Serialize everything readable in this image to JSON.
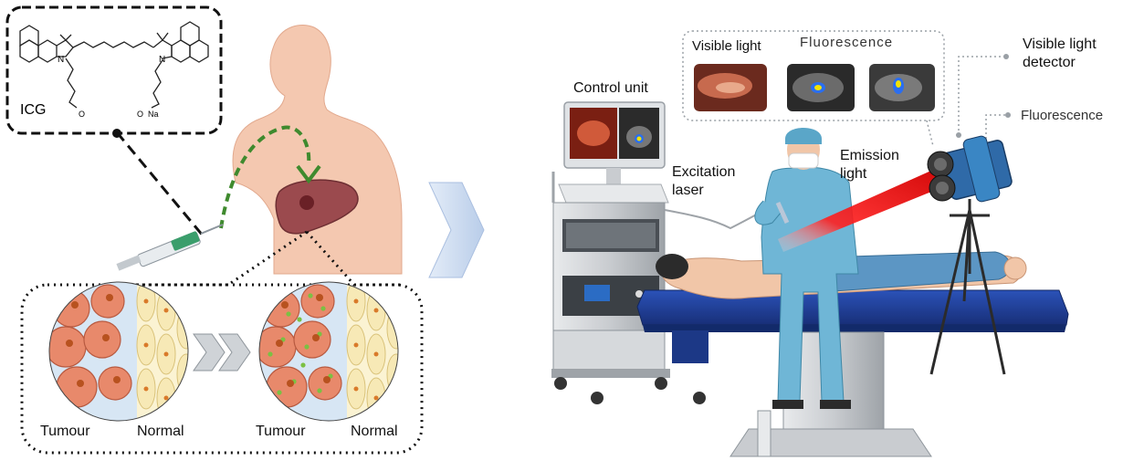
{
  "molecule": {
    "name": "ICG",
    "atoms": {
      "n_plus": "N",
      "n_right": "N",
      "sulfonate_left": "O",
      "sulfonate_right": "O",
      "sodium": "Na"
    }
  },
  "cells": {
    "left_tumour": "Tumour",
    "left_normal": "Normal",
    "right_tumour": "Tumour",
    "right_normal": "Normal"
  },
  "equipment": {
    "control_unit": "Control unit",
    "excitation_laser_line1": "Excitation",
    "excitation_laser_line2": "laser",
    "emission_light_line1": "Emission",
    "emission_light_line2": "light",
    "visible_light_detector_line1": "Visible light",
    "visible_light_detector_line2": "detector",
    "fluorescence_detector": "Fluorescence"
  },
  "inset": {
    "visible_light": "Visible light",
    "fluorescence": "Fluorescence"
  },
  "colors": {
    "skin": "#f4c8b0",
    "liver": "#9b4a4e",
    "tumour_cell": "#e8896b",
    "normal_cell": "#f7e9b6",
    "fluorescent_dot": "#7bc043",
    "laser": "#e4202a",
    "table": "#1f3f9a",
    "scrubs": "#6fb6d6",
    "arrow_green": "#3f8a2e",
    "chevron_blue": "#c8d8f0"
  }
}
